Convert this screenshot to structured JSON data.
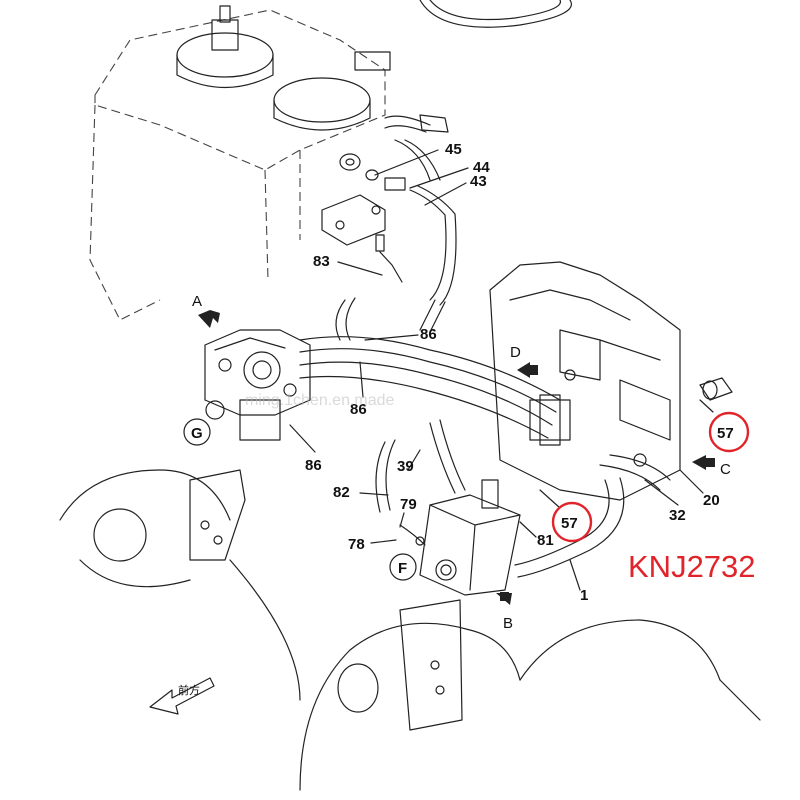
{
  "part_code": "KNJ2732",
  "watermark": "ming.1chen.en.made",
  "front_label": "前方",
  "callouts": {
    "c45": "45",
    "c44": "44",
    "c43": "43",
    "c83": "83",
    "c86a": "86",
    "c86b": "86",
    "c86c": "86",
    "c39": "39",
    "c82": "82",
    "c79": "79",
    "c78": "78",
    "c81": "81",
    "c1": "1",
    "c57a": "57",
    "c57b": "57",
    "c32": "32",
    "c20": "20"
  },
  "view_arrows": {
    "a": "A",
    "b": "B",
    "c": "C",
    "d": "D"
  },
  "circle_markers": {
    "g": "G",
    "f": "F"
  },
  "highlight_color": "#e0242a"
}
